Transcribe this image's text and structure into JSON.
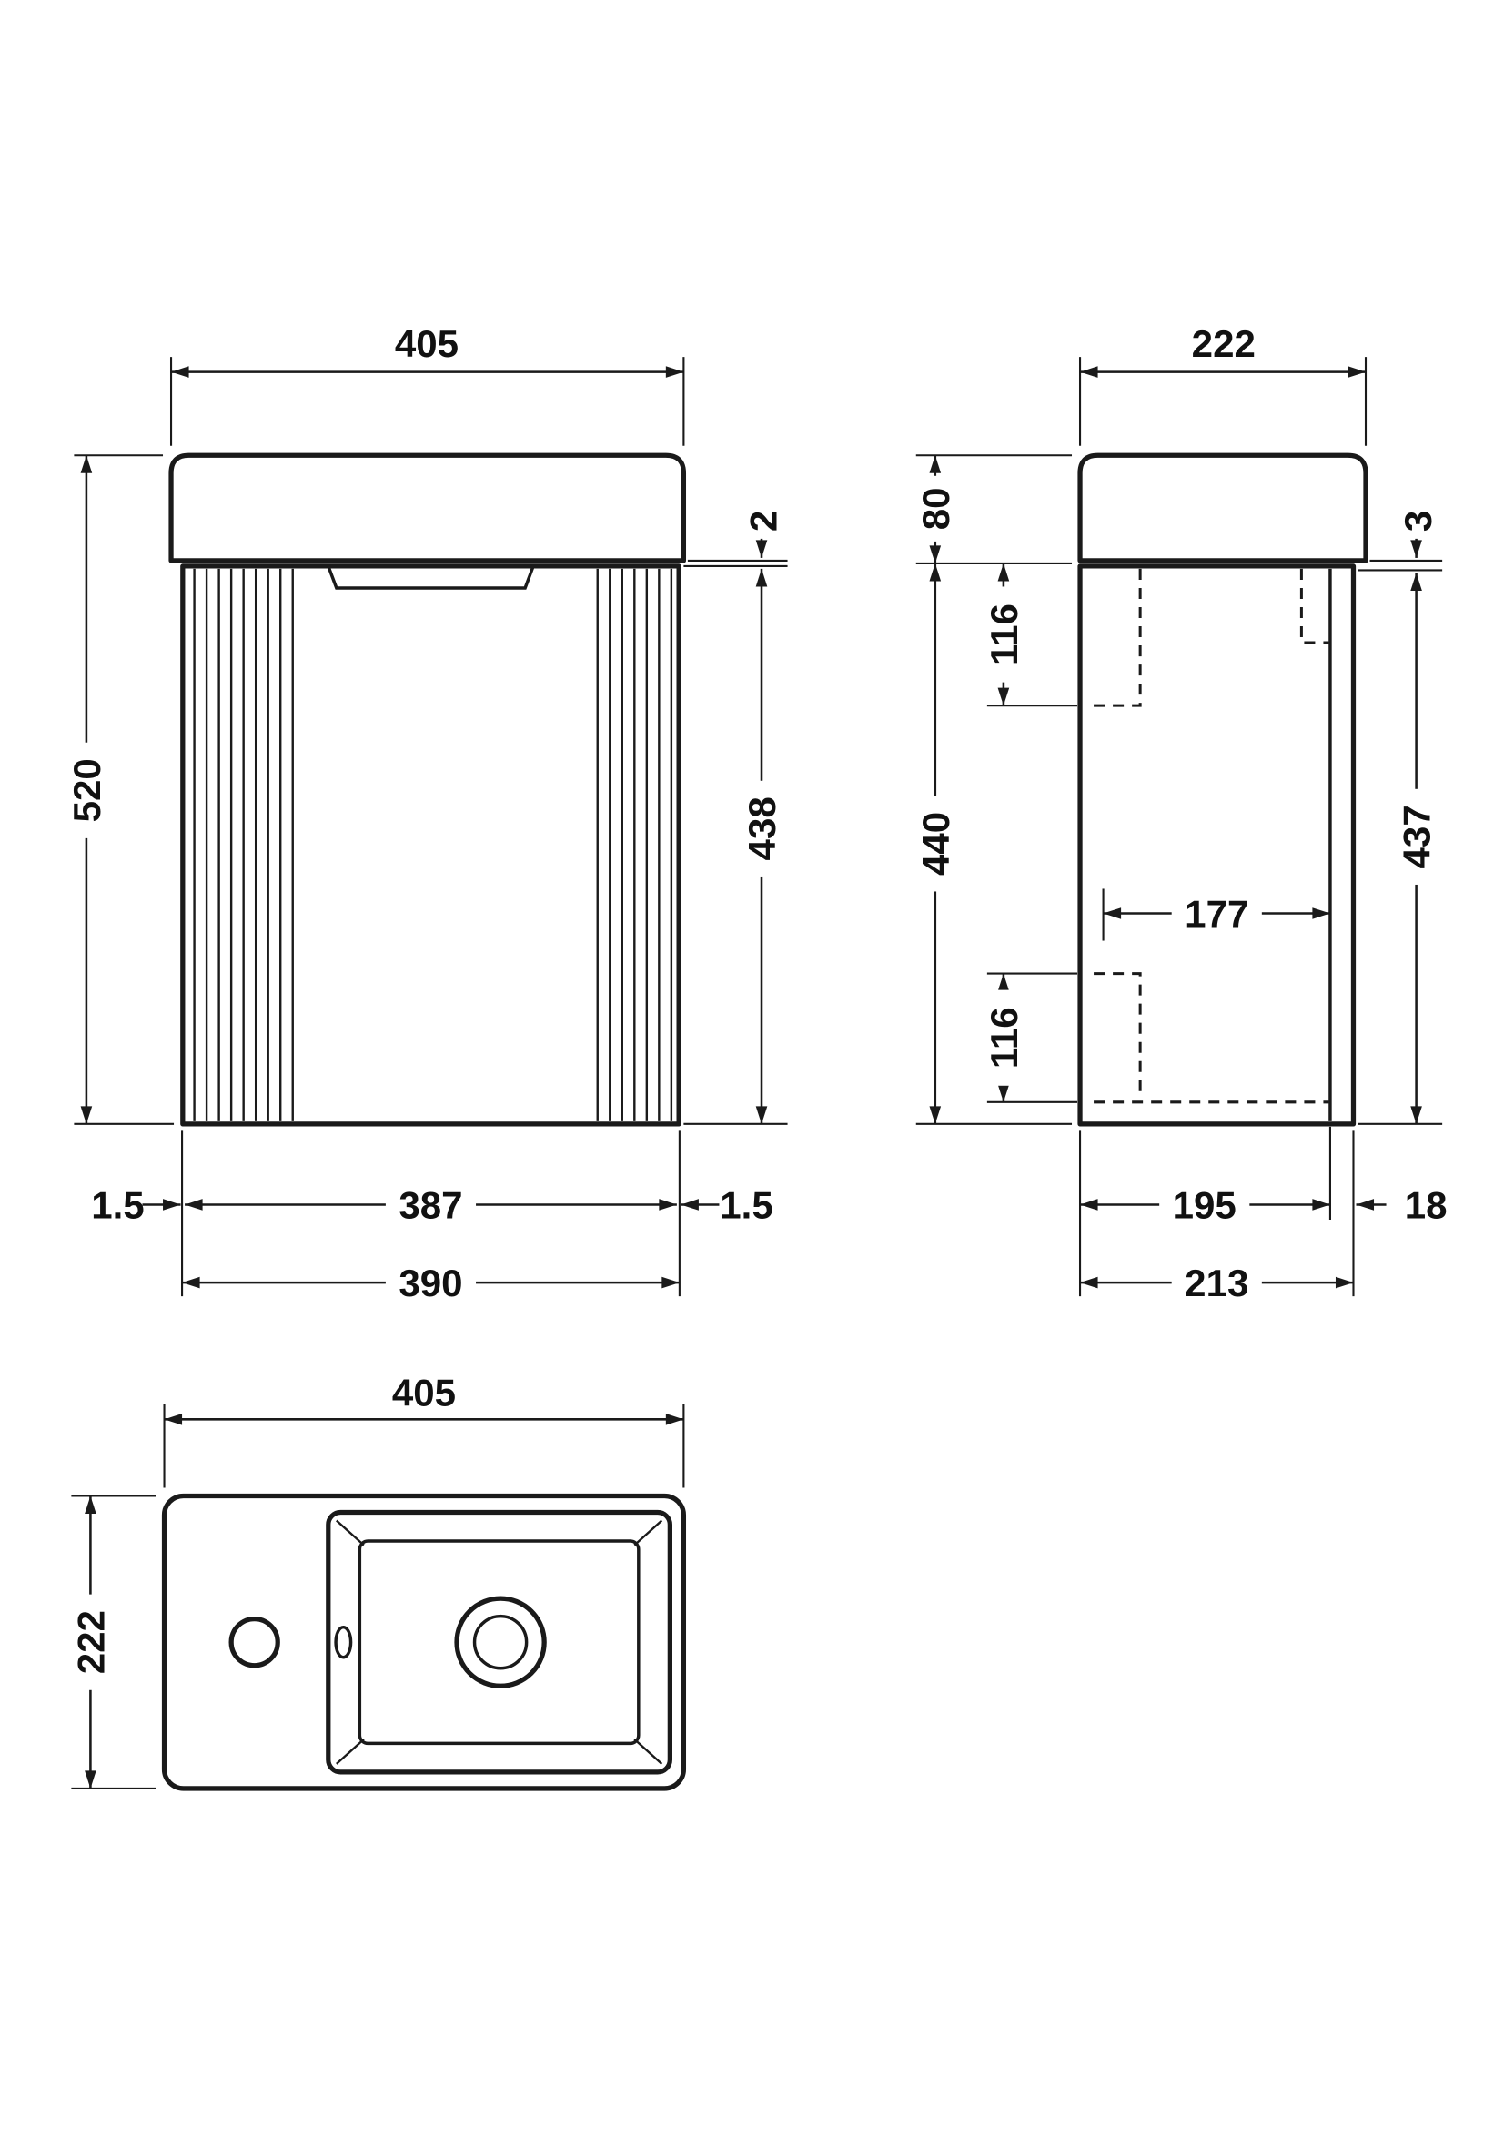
{
  "drawing": {
    "front": {
      "overall_width": "405",
      "overall_height": "520",
      "basin_to_cabinet_gap": "2",
      "cabinet_height": "438",
      "door_gap_left": "1.5",
      "door_width": "387",
      "door_gap_right": "1.5",
      "cabinet_width": "390"
    },
    "side": {
      "overall_depth": "222",
      "basin_height": "80",
      "cabinet_height": "440",
      "bracket_offset_top": "116",
      "internal_depth": "177",
      "bracket_offset_bottom": "116",
      "door_top_gap": "3",
      "door_height": "437",
      "body_depth": "195",
      "door_thickness": "18",
      "overall_cabinet_depth": "213"
    },
    "plan": {
      "overall_width": "405",
      "overall_depth": "222"
    }
  }
}
